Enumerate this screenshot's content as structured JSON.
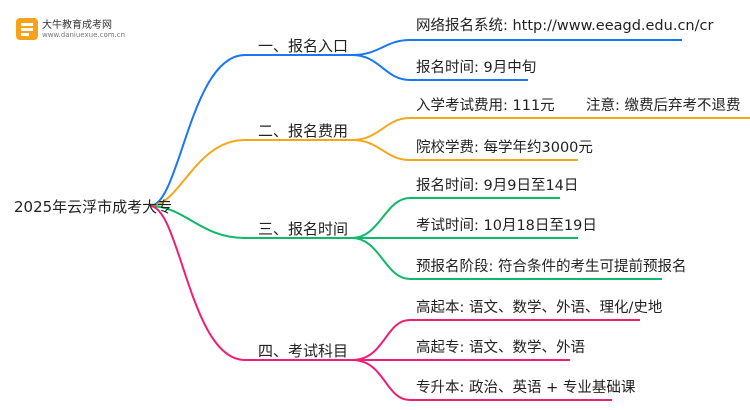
{
  "logo": {
    "title": "大牛教育成考网",
    "url": "www.daniuexue.com.cn",
    "icon": "book-icon"
  },
  "colors": {
    "blue": "#1976f5",
    "orange": "#f2a81d",
    "green": "#10b968",
    "pink": "#ee1f74"
  },
  "root": "2025年云浮市成考大专",
  "branches": [
    {
      "label": "一、报名入口",
      "color": "#1976f5",
      "leaves": [
        "网络报名系统: http://www.eeagd.edu.cn/cr",
        "报名时间: 9月中旬"
      ]
    },
    {
      "label": "二、报名费用",
      "color": "#f2a81d",
      "leaves": [
        "入学考试费用: 111元",
        "院校学费: 每学年约3000元"
      ],
      "note": "注意: 缴费后弃考不退费"
    },
    {
      "label": "三、报名时间",
      "color": "#10b968",
      "leaves": [
        "报名时间: 9月9日至14日",
        "考试时间: 10月18日至19日",
        "预报名阶段: 符合条件的考生可提前预报名"
      ]
    },
    {
      "label": "四、考试科目",
      "color": "#ee1f74",
      "leaves": [
        "高起本: 语文、数学、外语、理化/史地",
        "高起专: 语文、数学、外语",
        "专升本: 政治、英语 + 专业基础课"
      ]
    }
  ]
}
